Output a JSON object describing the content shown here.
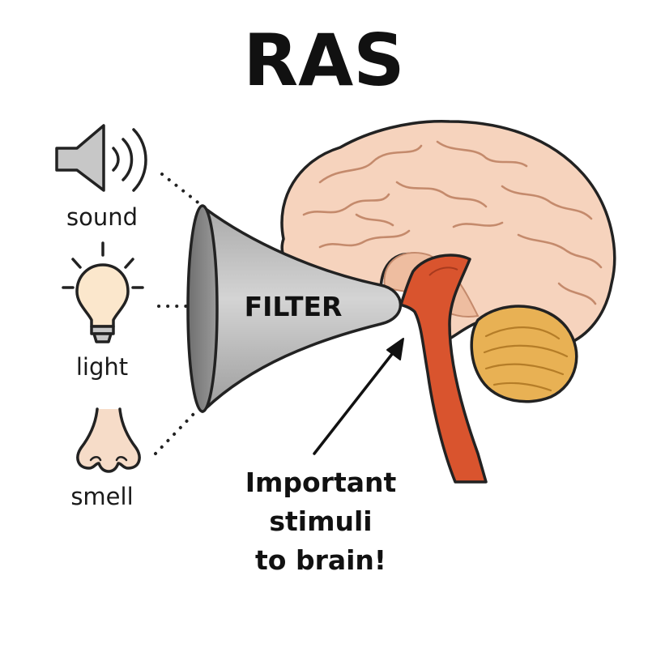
{
  "title": "RAS",
  "stimuli": [
    {
      "label": "sound",
      "icon": "speaker-icon"
    },
    {
      "label": "light",
      "icon": "light-bulb-icon"
    },
    {
      "label": "smell",
      "icon": "nose-icon"
    }
  ],
  "filter": {
    "label": "FILTER"
  },
  "caption": {
    "lines": [
      "Important",
      "stimuli",
      "to brain!"
    ]
  },
  "colors": {
    "brain": "#f6d3bd",
    "brain_outline": "#2a2a2a",
    "brainstem": "#d9542e",
    "cerebellum": "#e8b154",
    "filter_fill": "#c4c4c4",
    "filter_rim": "#8a8a8a"
  }
}
